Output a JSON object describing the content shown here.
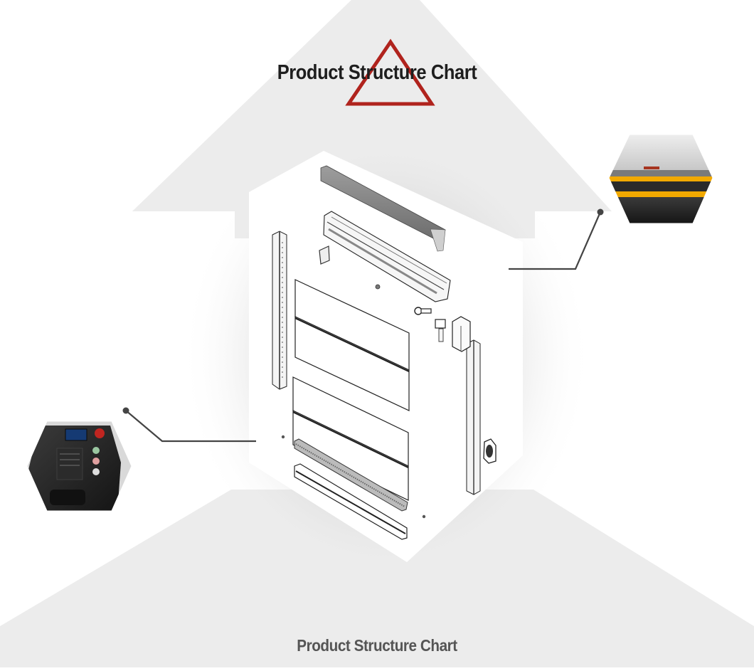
{
  "header": {
    "title": "Product Structure Chart"
  },
  "footer": {
    "caption": "Product Structure Chart"
  },
  "colors": {
    "accent": "#b0231d",
    "background_shape": "#ececec",
    "leader_line": "#444444",
    "panel": "#ffffff"
  },
  "diagram": {
    "main_view": "exploded-cabinet-parts",
    "callouts": [
      {
        "name": "top-edge-detail",
        "photo": "cabinet-top-with-yellow-stripe"
      },
      {
        "name": "control-panel-detail",
        "photo": "control-panel-with-buttons"
      }
    ]
  }
}
